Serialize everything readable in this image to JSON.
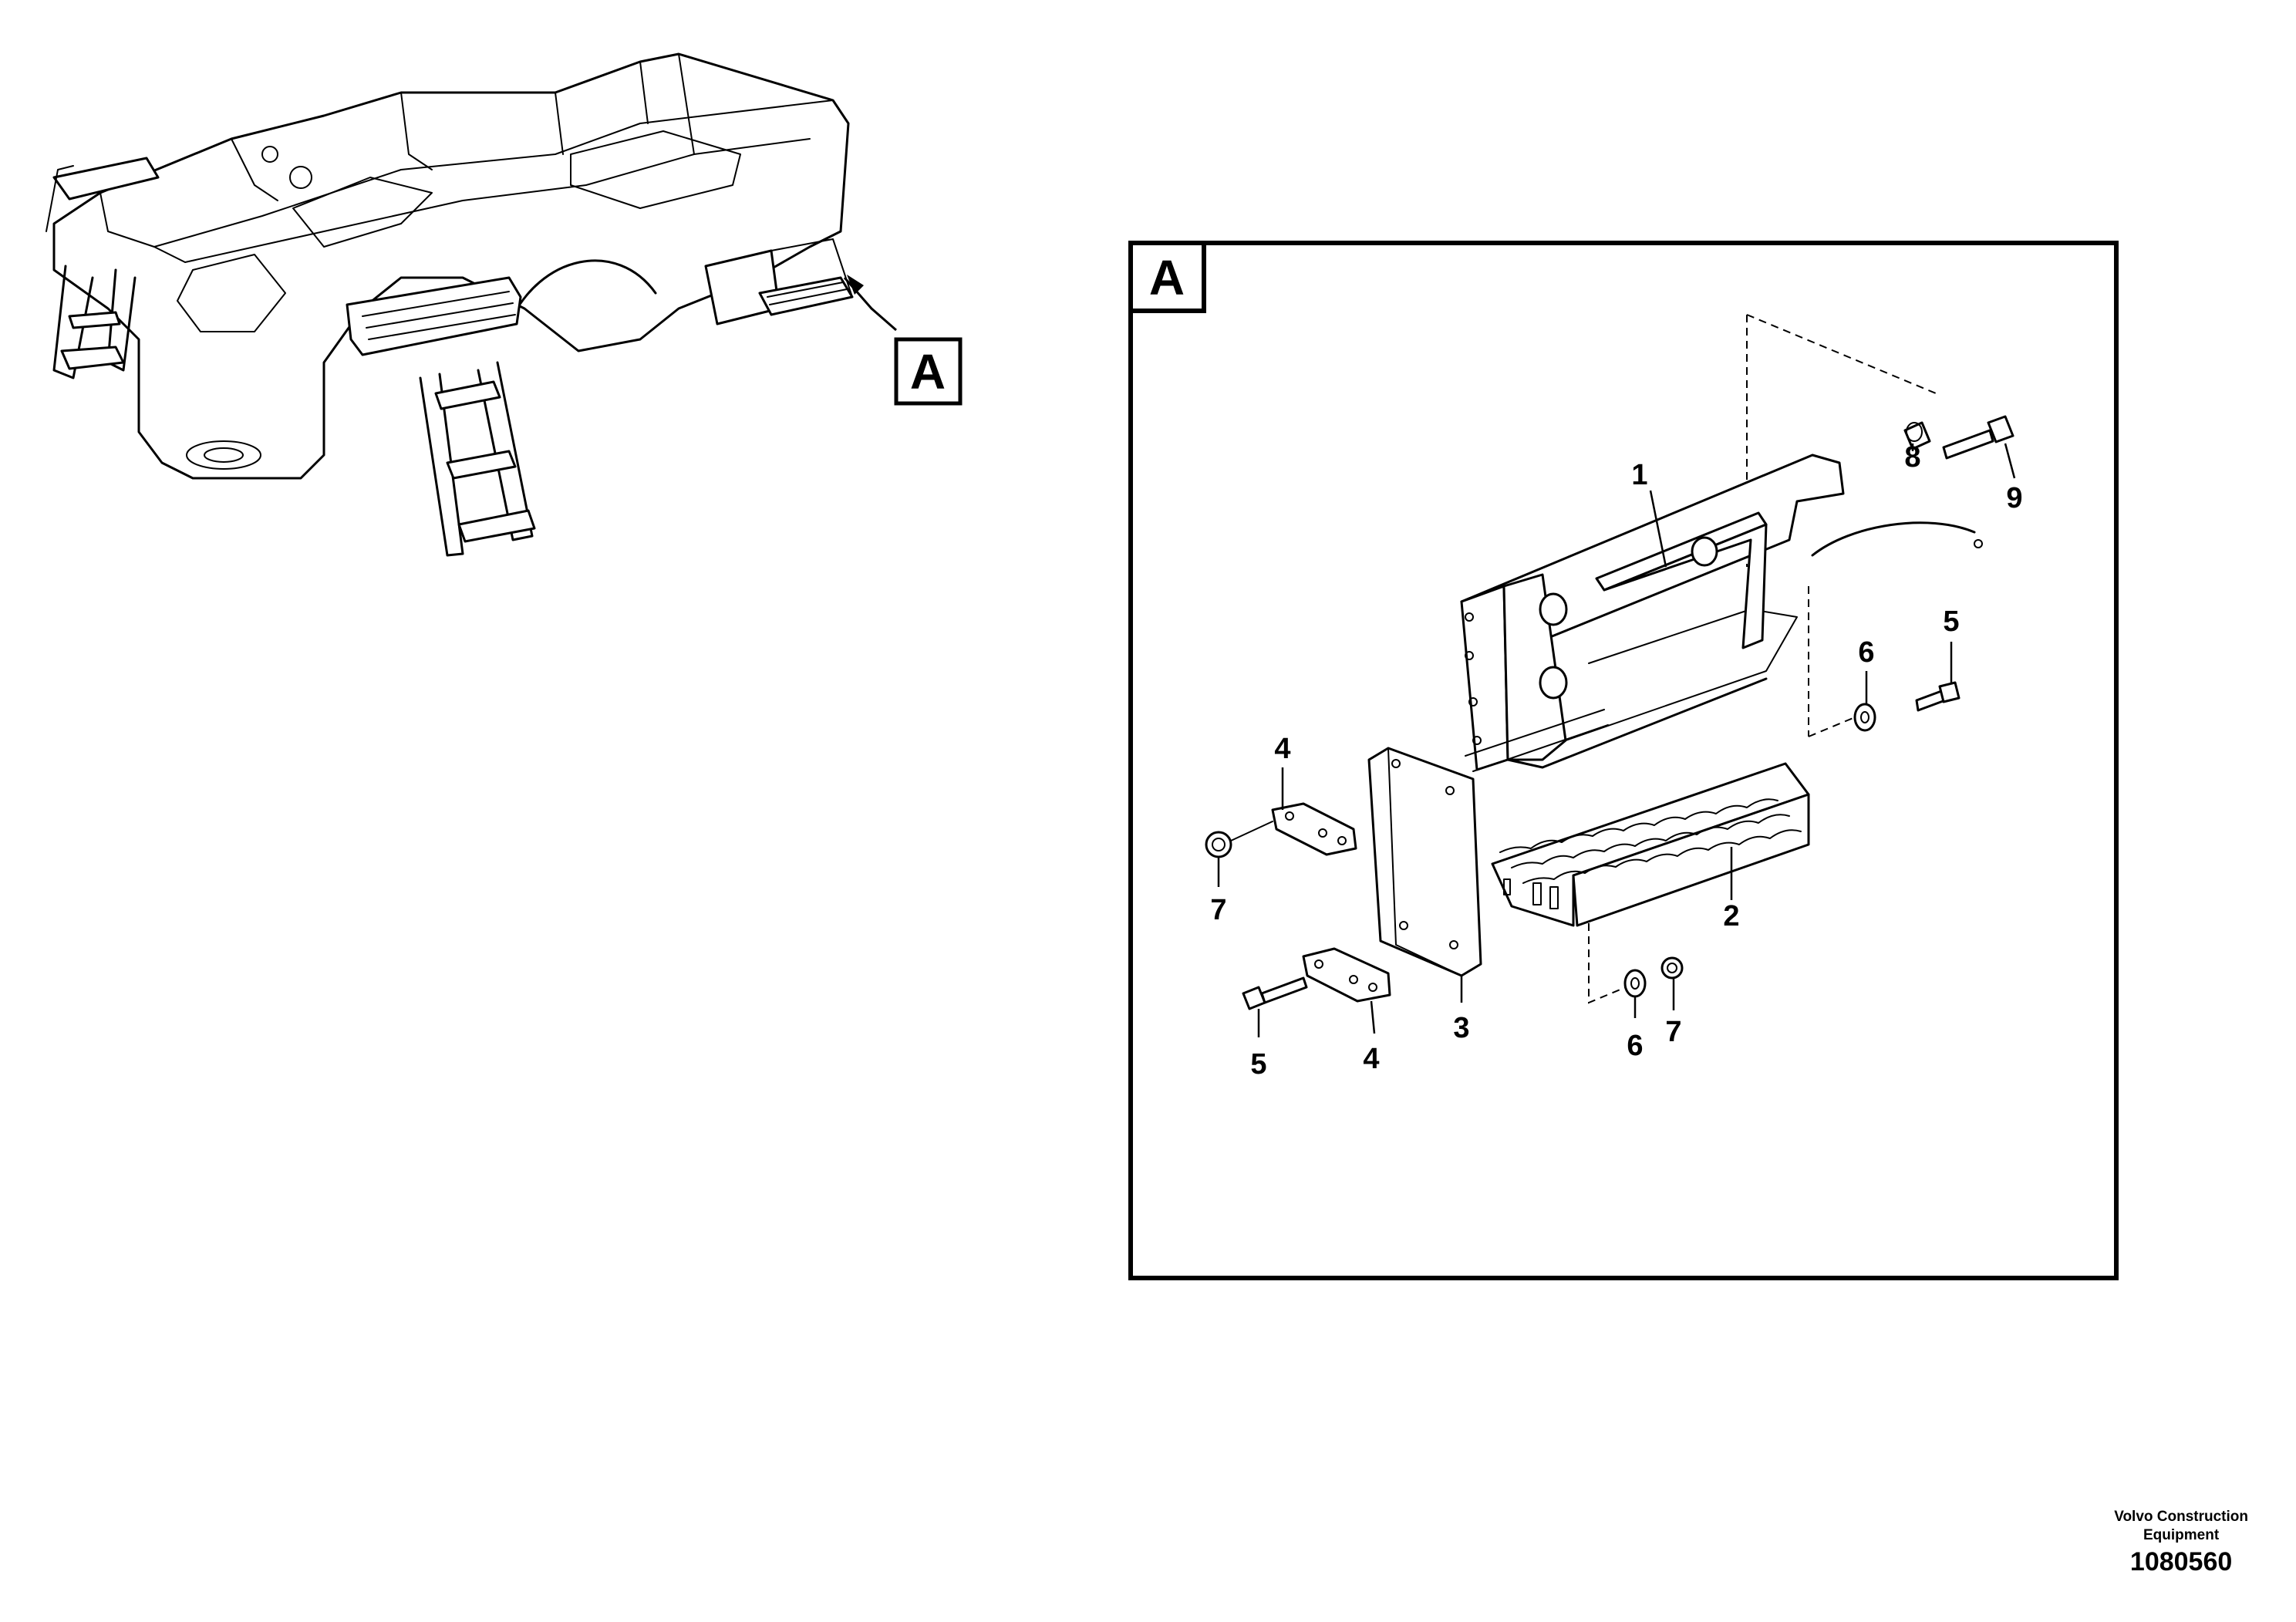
{
  "overview": {
    "detail_tag": "A"
  },
  "detail": {
    "label": "A",
    "callouts": [
      "1",
      "2",
      "3",
      "4",
      "4",
      "5",
      "5",
      "6",
      "6",
      "7",
      "7",
      "8",
      "9"
    ]
  },
  "footer": {
    "brand_line1": "Volvo Construction",
    "brand_line2": "Equipment",
    "image_code": "1080560"
  }
}
